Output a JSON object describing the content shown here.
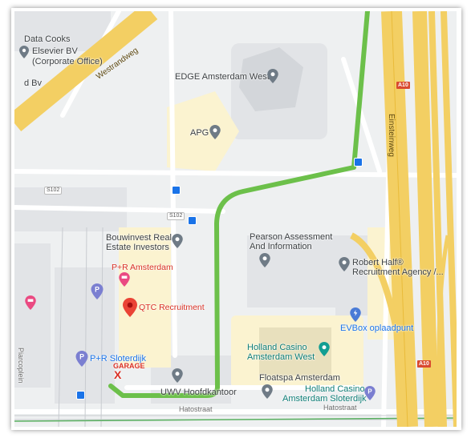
{
  "colors": {
    "background": "#eef0f1",
    "building": "#e2e4e7",
    "highway": "#f3cf63",
    "route": "#6cc04a",
    "poi_red": "#ea4335",
    "poi_grey": "#6f7b86",
    "poi_teal": "#129e92",
    "poi_blue": "#4a7bd6",
    "poi_parking": "#7b7fd1"
  },
  "labels": {
    "data_cooks": "Data Cooks",
    "elsevier": "Elsevier BV",
    "corporate_office": "(Corporate Office)",
    "d_bv": "d Bv",
    "westrandweg": "Westrandweg",
    "edge": "EDGE Amsterdam West",
    "apg": "APG",
    "einsteinweg": "Einsteinweg",
    "bouwinvest_1": "Bouwinvest Real",
    "bouwinvest_2": "Estate Investors",
    "pearson_1": "Pearson Assessment",
    "pearson_2": "And Information",
    "pr_amsterdam": "P+R Amsterdam",
    "qtc": "QTC Recruitment",
    "robert_half_1": "Robert Half®",
    "robert_half_2": "Recruitment Agency /...",
    "evbox": "EVBox oplaadpunt",
    "pr_sloterdijk": "P+R Sloterdijk",
    "garage": "GARAGE",
    "garage_x": "X",
    "holland_casino_1": "Holland Casino",
    "holland_casino_2": "Amsterdam West",
    "floatspa": "Floatspa Amsterdam",
    "holland_casino_s1": "Holland Casino",
    "holland_casino_s2": "Amsterdam Sloterdijk",
    "uwv": "UWV Hoofdkantoor",
    "hatostraat_1": "Hatostraat",
    "hatostraat_2": "Hatostraat",
    "piarcoplein": "Piarcoplein",
    "a10_top": "A10",
    "a10_bottom": "A10",
    "s102_a": "S102",
    "s102_b": "S102"
  },
  "icons": {
    "place_pin": "map-pin-icon",
    "parking": "parking-icon",
    "bus_stop": "bus-stop-icon",
    "bed": "hotel-icon",
    "casino": "casino-icon",
    "ev_charger": "ev-charger-icon",
    "destination": "red-destination-pin"
  }
}
